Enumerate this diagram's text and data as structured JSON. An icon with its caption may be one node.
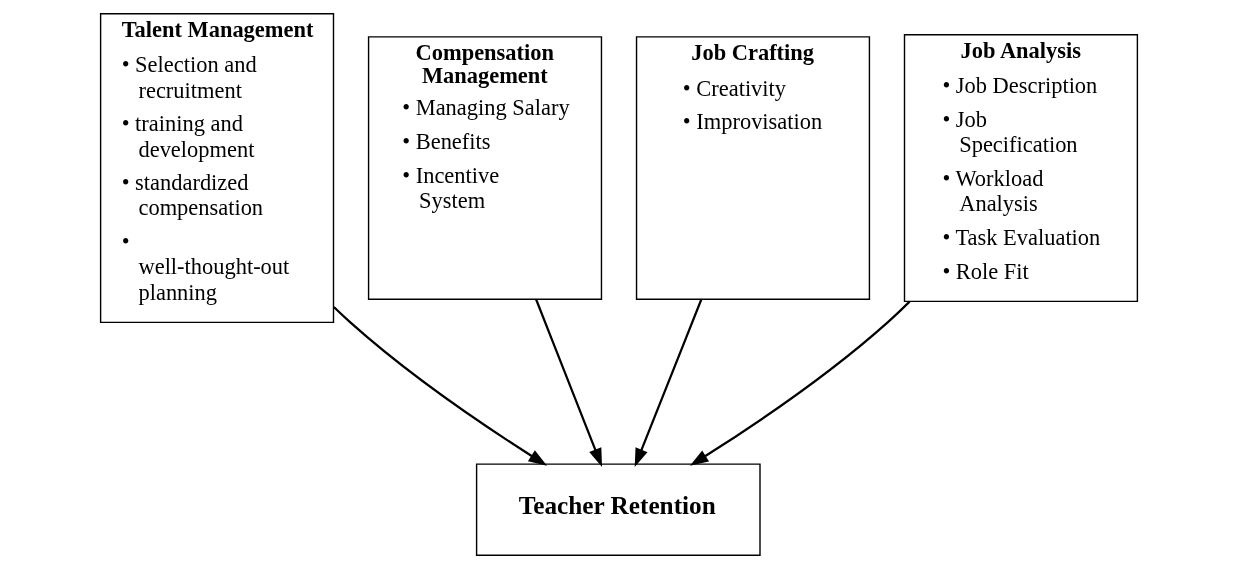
{
  "diagram": {
    "nodes": [
      {
        "text": [
          "Talent Management",
          "• Selection and recruitment",
          "• training and development",
          "• standardized compensation",
          "• well-thought-out planning"
        ]
      },
      {
        "text": [
          "Compensation Management",
          "• Managing Salary",
          "• Benefits",
          "• Incentive System"
        ]
      },
      {
        "text": [
          "Job Crafting",
          "• Creativity",
          "• Improvisation"
        ]
      },
      {
        "text": [
          "Job Analysis",
          "• Job Description",
          "• Job Specification",
          "• Workload Analysis",
          "• Task Evaluation",
          "• Role Fit"
        ]
      },
      {
        "text": [
          "Teacher Retention"
        ]
      }
    ],
    "edges": [
      {
        "from": 0,
        "to": 4,
        "arrow": "to"
      },
      {
        "from": 1,
        "to": 4,
        "arrow": "to"
      },
      {
        "from": 2,
        "to": 4,
        "arrow": "to"
      },
      {
        "from": 3,
        "to": 4,
        "arrow": "to"
      }
    ]
  }
}
